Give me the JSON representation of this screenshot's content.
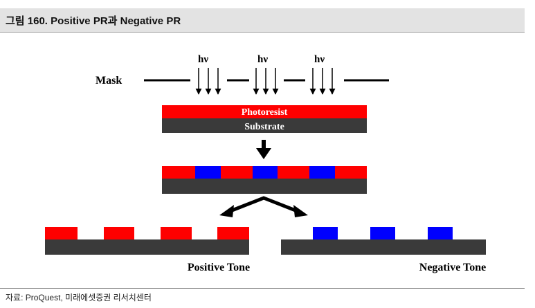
{
  "header": {
    "title": "그림 160. Positive PR과 Negative PR"
  },
  "diagram": {
    "mask_label": "Mask",
    "light_labels": [
      "hν",
      "hν",
      "hν"
    ],
    "layer_labels": {
      "photoresist": "Photoresist",
      "substrate": "Substrate"
    },
    "positive_label": "Positive Tone",
    "negative_label": "Negative Tone",
    "colors": {
      "photoresist": "#ff0000",
      "exposed": "#0000ff",
      "substrate": "#3a3a3a",
      "mask": "#000000"
    }
  },
  "footer": {
    "source": "자료: ProQuest, 미래에셋증권 리서치센터"
  }
}
